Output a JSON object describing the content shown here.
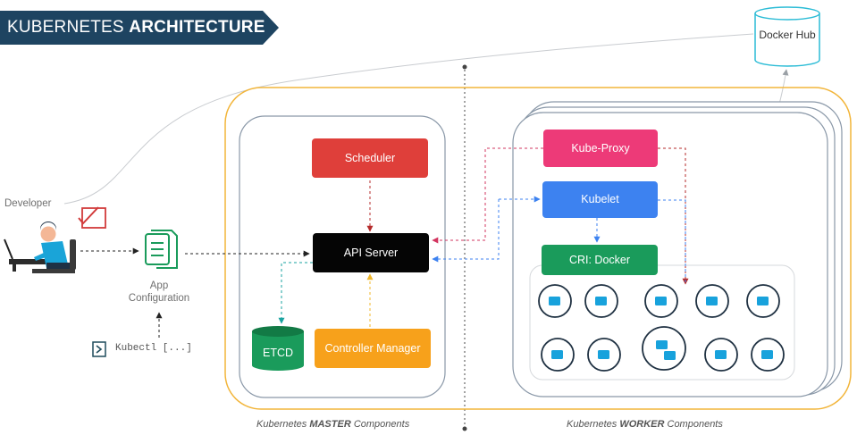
{
  "header": {
    "title_prefix": "KUBERNETES ",
    "title_bold": "ARCHITECTURE"
  },
  "developer": {
    "label": "Developer",
    "app_config_label": "App Configuration",
    "kubectl_command": "Kubectl [...]"
  },
  "registry": {
    "label": "Docker Hub"
  },
  "master": {
    "scheduler": "Scheduler",
    "api_server": "API Server",
    "etcd": "ETCD",
    "controller_manager": "Controller Manager",
    "caption_prefix": "Kubernetes ",
    "caption_bold": "MASTER",
    "caption_suffix": " Components"
  },
  "worker": {
    "kube_proxy": "Kube-Proxy",
    "kubelet": "Kubelet",
    "cri": "CRI: Docker",
    "caption_prefix": "Kubernetes ",
    "caption_bold": "WORKER",
    "caption_suffix": " Components",
    "pod_container_counts": [
      1,
      1,
      1,
      1,
      1,
      1,
      1,
      2,
      1,
      1
    ]
  },
  "colors": {
    "title_banner": "#1e4461",
    "cluster_border": "#f2b53a",
    "scheduler": "#df3f3a",
    "api_server": "#050505",
    "etcd": "#1a9b5b",
    "controller_manager": "#f7a11b",
    "kube_proxy": "#ed3a78",
    "kubelet": "#3d82f0",
    "cri": "#1a9b5b",
    "registry": "#2cbcd6",
    "container": "#18a2dc"
  }
}
